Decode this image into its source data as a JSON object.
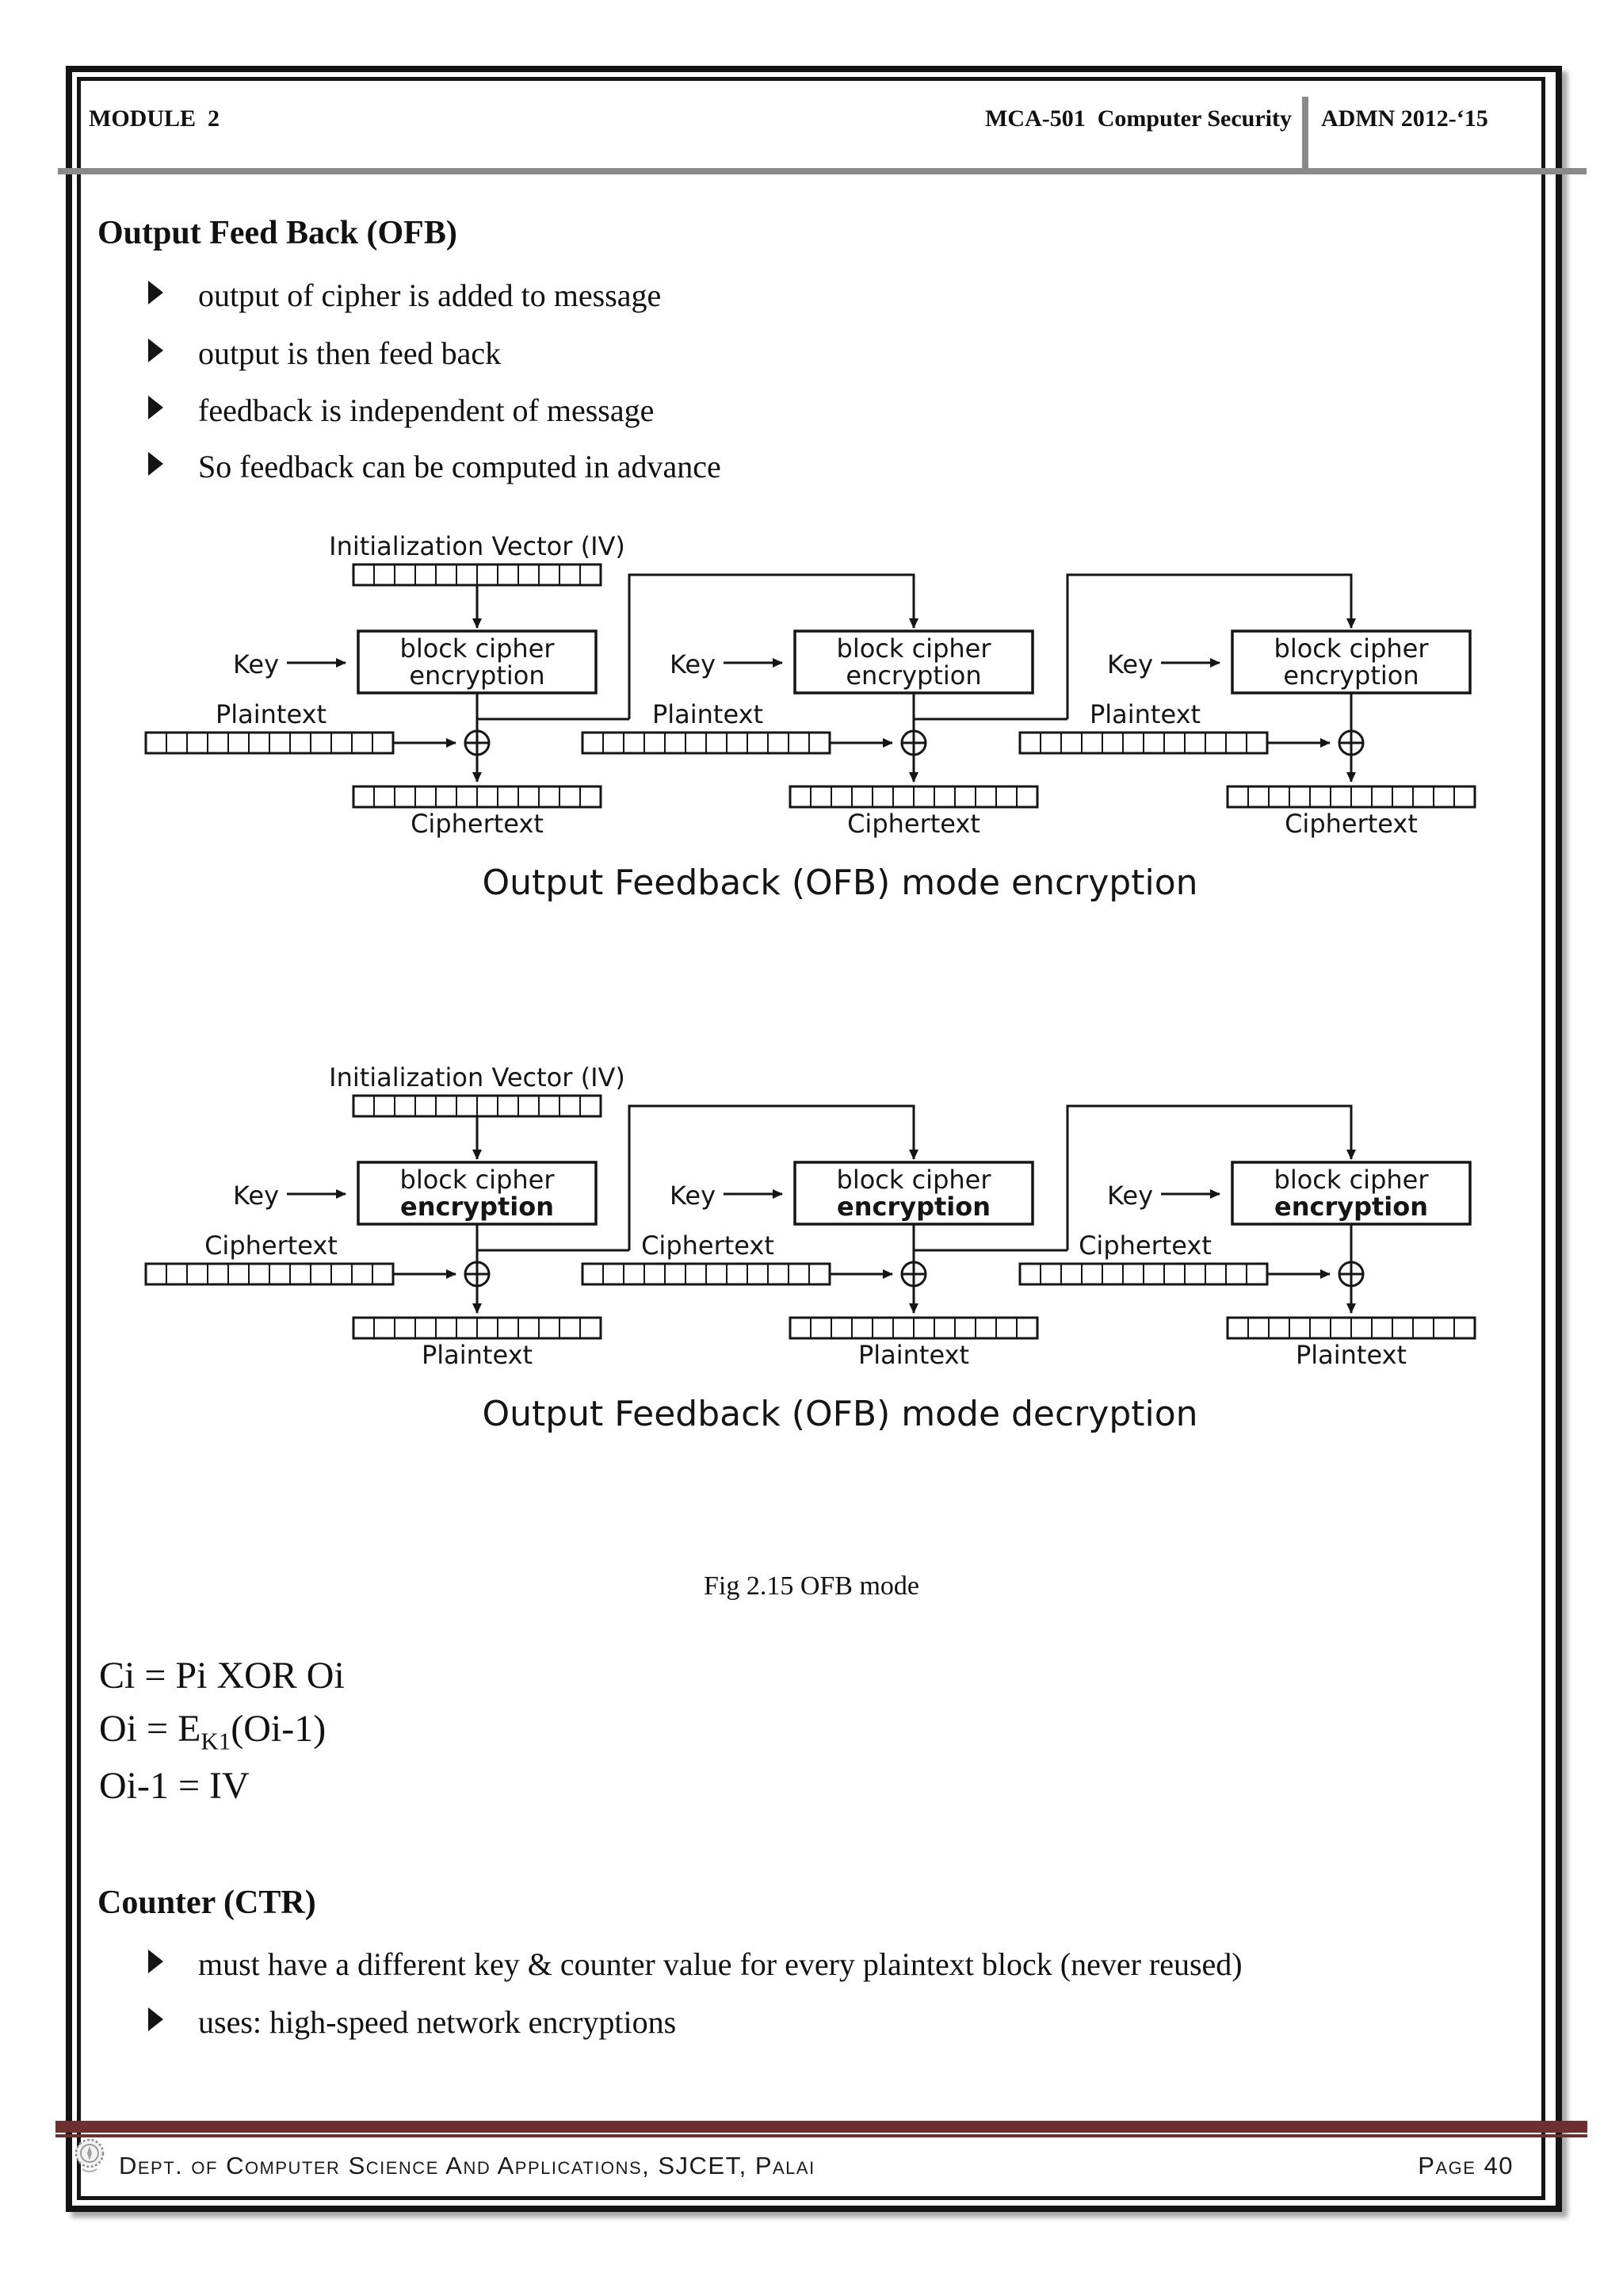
{
  "header": {
    "module": "MODULE  2",
    "course": "MCA-501  Computer Security",
    "admission": "ADMN 2012-‘15"
  },
  "section_ofb": {
    "title": "Output Feed Back (OFB)",
    "bullet_icon": "right-triangle",
    "bullets": [
      "output of cipher is added to message",
      "output is then feed back",
      "feedback is independent of message",
      "So feedback can be computed in advance"
    ]
  },
  "diagram_encryption": {
    "iv_label": "Initialization Vector (IV)",
    "key_label": "Key",
    "box_line1": "block cipher",
    "box_line2": "encryption",
    "input_label": "Plaintext",
    "output_label": "Ciphertext",
    "caption": "Output Feedback (OFB) mode encryption"
  },
  "diagram_decryption": {
    "iv_label": "Initialization Vector (IV)",
    "key_label": "Key",
    "box_line1": "block cipher",
    "box_line2": "encryption",
    "input_label": "Ciphertext",
    "output_label": "Plaintext",
    "caption": "Output Feedback (OFB) mode decryption"
  },
  "figure": {
    "caption": "Fig 2.15 OFB mode"
  },
  "equations": {
    "line1": "Ci = Pi XOR Oi",
    "line2_pre": "Oi = E",
    "line2_sub": "K1",
    "line2_post": "(Oi-1)",
    "line3": "Oi-1 = IV"
  },
  "section_ctr": {
    "title": "Counter (CTR)",
    "bullets": [
      "must have a different key & counter value for every plaintext block (never reused)",
      "uses: high-speed network encryptions"
    ]
  },
  "footer": {
    "logo_icon": "sjcet-emblem",
    "department": "Dept. of Computer Science And Applications, SJCET, Palai",
    "page": "Page 40"
  },
  "colors": {
    "maroon_rule": "#6d2f2f",
    "gray_rule": "#8a8a8a",
    "border_black": "#141414"
  }
}
